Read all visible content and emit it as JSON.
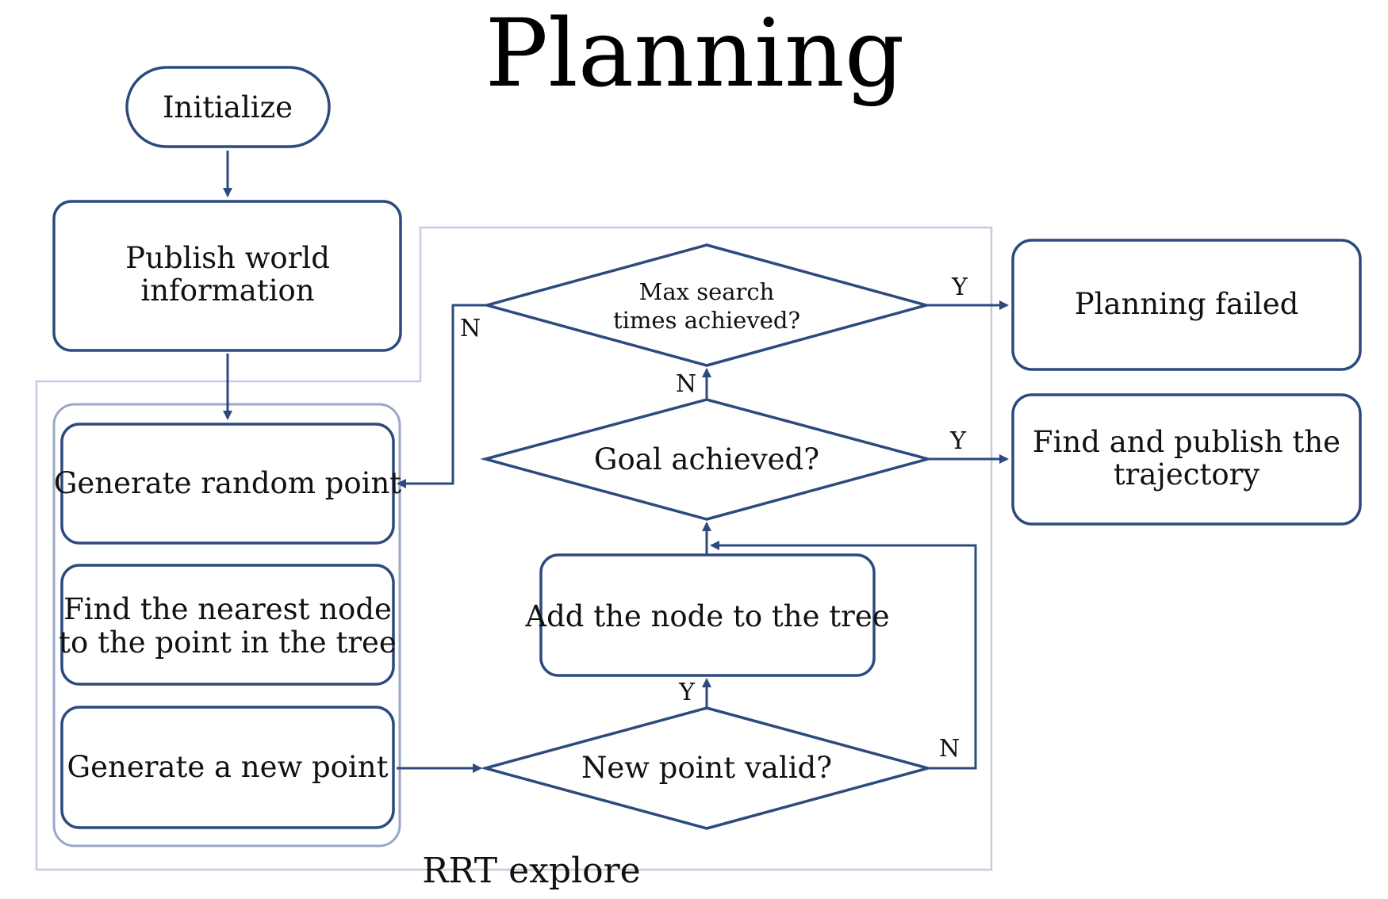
{
  "title": "Planning",
  "region_label": "RRT explore",
  "nodes": {
    "initialize": "Initialize",
    "publish_world": [
      "Publish world",
      "information"
    ],
    "generate_random_point": "Generate random point",
    "find_nearest": [
      "Find the nearest node",
      "to the point in the tree"
    ],
    "generate_new_point": "Generate a new point",
    "new_point_valid": "New point valid?",
    "add_node": "Add the node to the tree",
    "goal_achieved": "Goal achieved?",
    "max_search": [
      "Max search",
      "times achieved?"
    ],
    "planning_failed": "Planning failed",
    "find_publish": [
      "Find and publish the",
      "trajectory"
    ]
  },
  "edge_labels": {
    "max_no": "N",
    "max_yes": "Y",
    "goal_no": "N",
    "goal_yes": "Y",
    "valid_yes": "Y",
    "valid_no": "N"
  },
  "colors": {
    "node_stroke": "#2d4a7e",
    "region_stroke": "#c5cbe0",
    "group_stroke": "#9aa7c7"
  }
}
